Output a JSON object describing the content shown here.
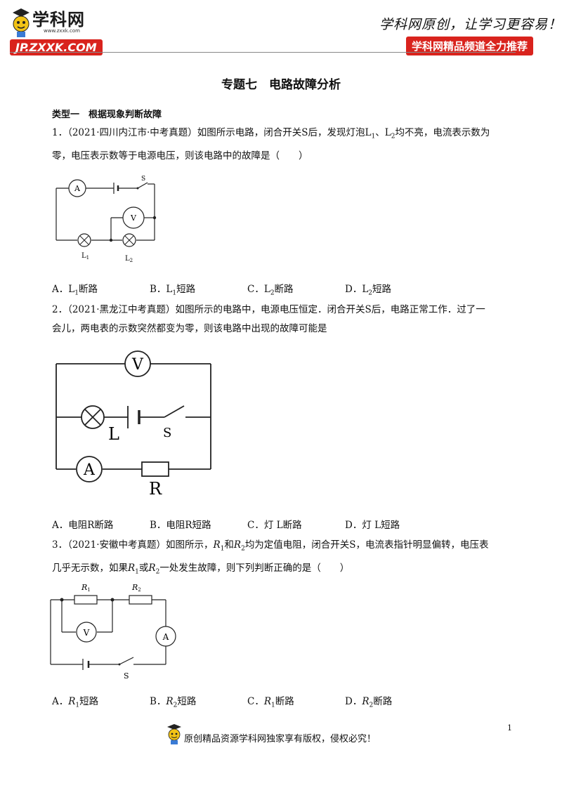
{
  "header": {
    "logo_text": "学科网",
    "logo_small_url": "www.zxxk.com",
    "site_badge": "JP.ZXXK.COM",
    "slogan": "学科网原创，让学习更容易！",
    "channel_badge": "学科网精品频道全力推荐",
    "colors": {
      "brand_red": "#d9231d"
    }
  },
  "title": "专题七　电路故障分析",
  "section": "类型一　根据现象判断故障",
  "questions": [
    {
      "number": "1．",
      "text_line1_a": "（2021·四川内江市·中考真题）如图所示电路，闭合开关S后，发现灯泡L",
      "sub1": "1",
      "text_line1_b": "、L",
      "sub2": "2",
      "text_line1_c": "均不亮，电流表示数为",
      "text_line2": "零，电压表示数等于电源电压，则该电路中的故障是（　　）",
      "figure_labels": {
        "ammeter": "A",
        "voltmeter": "V",
        "switch": "S",
        "lamp1": "L",
        "lamp1_sub": "1",
        "lamp2": "L",
        "lamp2_sub": "2"
      },
      "options": [
        {
          "letter": "A．",
          "name": "L",
          "sub": "1",
          "state": "断路"
        },
        {
          "letter": "B．",
          "name": "L",
          "sub": "1",
          "state": "短路"
        },
        {
          "letter": "C．",
          "name": "L",
          "sub": "2",
          "state": "断路"
        },
        {
          "letter": "D．",
          "name": "L",
          "sub": "2",
          "state": "短路"
        }
      ]
    },
    {
      "number": "2．",
      "text_line1": "（2021·黑龙江中考真题）如图所示的电路中，电源电压恒定．闭合开关S后，电路正常工作．过了一",
      "text_line2": "会儿，两电表的示数突然都变为零，则该电路中出现的故障可能是",
      "figure_labels": {
        "voltmeter": "V",
        "lamp": "L",
        "switch": "S",
        "ammeter": "A",
        "resistor": "R"
      },
      "options": [
        {
          "letter": "A．",
          "text": "电阻R断路"
        },
        {
          "letter": "B．",
          "text": "电阻R短路"
        },
        {
          "letter": "C．",
          "text": "灯 L断路"
        },
        {
          "letter": "D．",
          "text": "灯 L短路"
        }
      ]
    },
    {
      "number": "3．",
      "text_line1_a": "（2021·安徽中考真题）如图所示，",
      "r1": "R",
      "r1_sub": "1",
      "text_line1_b": "和",
      "r2": "R",
      "r2_sub": "2",
      "text_line1_c": "均为定值电阻，闭合开关S，电流表指针明显偏转，电压表",
      "text_line2_a": "几乎无示数，如果",
      "text_line2_b": "或",
      "text_line2_c": "一处发生故障，则下列判断正确的是（　　）",
      "figure_labels": {
        "r1": "R",
        "r1_sub": "1",
        "r2": "R",
        "r2_sub": "2",
        "voltmeter": "V",
        "ammeter": "A",
        "switch": "S"
      },
      "options": [
        {
          "letter": "A．",
          "name": "R",
          "sub": "1",
          "state": "短路"
        },
        {
          "letter": "B．",
          "name": "R",
          "sub": "2",
          "state": "短路"
        },
        {
          "letter": "C．",
          "name": "R",
          "sub": "1",
          "state": "断路"
        },
        {
          "letter": "D．",
          "name": "R",
          "sub": "2",
          "state": "断路"
        }
      ]
    }
  ],
  "footer": {
    "page_number": "1",
    "notice": "原创精品资源学科网独家享有版权，侵权必究！"
  }
}
